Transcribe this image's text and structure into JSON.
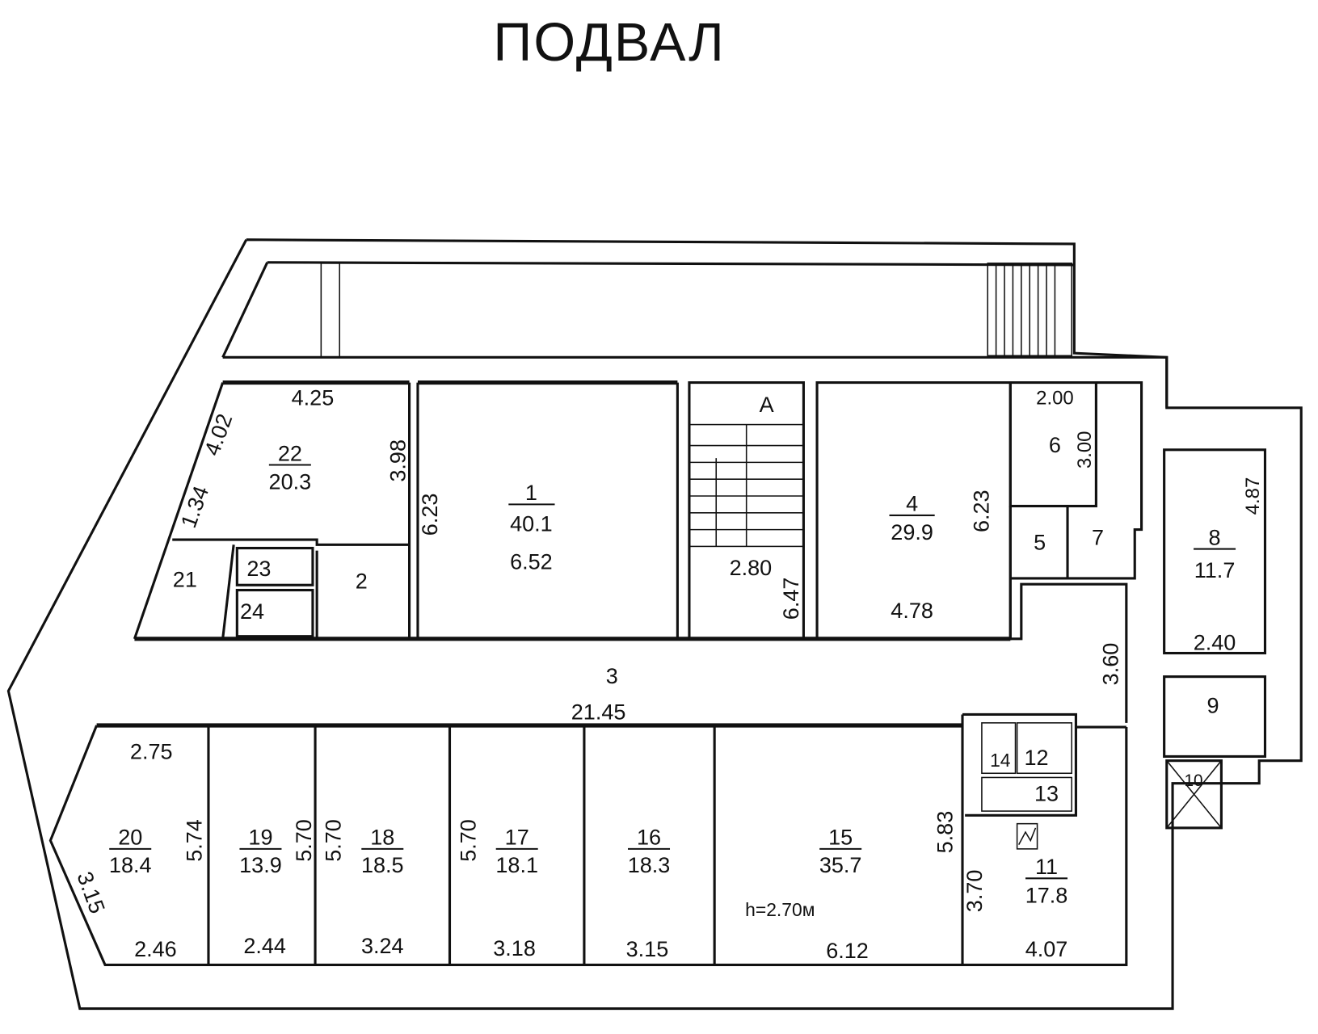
{
  "title": "ПОДВАЛ",
  "rooms": {
    "r1": {
      "number": "1",
      "area": "40.1"
    },
    "r2": {
      "number": "2"
    },
    "r3": {
      "number": "3"
    },
    "r4": {
      "number": "4",
      "area": "29.9"
    },
    "r5": {
      "number": "5"
    },
    "r6": {
      "number": "6"
    },
    "r7": {
      "number": "7"
    },
    "r8": {
      "number": "8",
      "area": "11.7"
    },
    "r9": {
      "number": "9"
    },
    "r10": {
      "number": "10"
    },
    "r11": {
      "number": "11",
      "area": "17.8"
    },
    "r12": {
      "number": "12"
    },
    "r13": {
      "number": "13"
    },
    "r14": {
      "number": "14"
    },
    "r15": {
      "number": "15",
      "area": "35.7"
    },
    "r16": {
      "number": "16",
      "area": "18.3"
    },
    "r17": {
      "number": "17",
      "area": "18.1"
    },
    "r18": {
      "number": "18",
      "area": "18.5"
    },
    "r19": {
      "number": "19",
      "area": "13.9"
    },
    "r20": {
      "number": "20",
      "area": "18.4"
    },
    "r21": {
      "number": "21"
    },
    "r22": {
      "number": "22",
      "area": "20.3"
    },
    "r23": {
      "number": "23"
    },
    "r24": {
      "number": "24"
    },
    "stair": {
      "number": "A"
    }
  },
  "dimensions": {
    "d425": "4.25",
    "d402": "4.02",
    "d398": "3.98",
    "d134": "1.34",
    "d623a": "6.23",
    "d652": "6.52",
    "d280": "2.80",
    "d647": "6.47",
    "d623b": "6.23",
    "d478": "4.78",
    "d200": "2.00",
    "d300": "3.00",
    "d487": "4.87",
    "d240": "2.40",
    "d360": "3.60",
    "d2145": "21.45",
    "d275": "2.75",
    "d574": "5.74",
    "d570a": "5.70",
    "d570b": "5.70",
    "d570c": "5.70",
    "d583": "5.83",
    "d370": "3.70",
    "d315": "3.15",
    "d246": "2.46",
    "d244": "2.44",
    "d324": "3.24",
    "d318": "3.18",
    "d315b": "3.15",
    "d612": "6.12",
    "d407": "4.07"
  },
  "ceiling_height": "h=2.70м"
}
